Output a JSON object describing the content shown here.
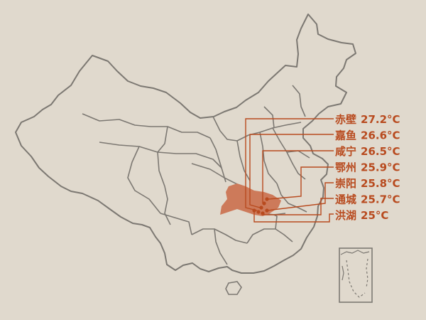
{
  "colors": {
    "background": "#e0d9cd",
    "outline": "#7c7872",
    "highlight": "#cd7a5a",
    "accent": "#b84a1e"
  },
  "region": {
    "name": "highlight-province",
    "color": "#cd7a5a"
  },
  "locations": [
    {
      "name": "赤壁",
      "temperature": "27.2°C"
    },
    {
      "name": "嘉鱼",
      "temperature": "26.6°C"
    },
    {
      "name": "咸宁",
      "temperature": "26.5°C"
    },
    {
      "name": "鄂州",
      "temperature": "25.9°C"
    },
    {
      "name": "崇阳",
      "temperature": "25.8°C"
    },
    {
      "name": "通城",
      "temperature": "25.7°C"
    },
    {
      "name": "洪湖",
      "temperature": "25°C"
    }
  ]
}
